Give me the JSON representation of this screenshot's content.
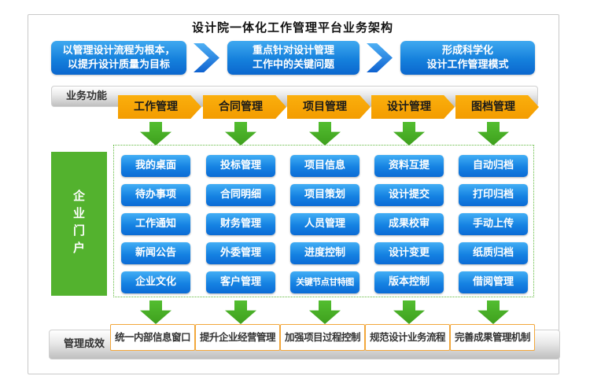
{
  "title": "设计院一体化工作管理平台业务架构",
  "goals": [
    {
      "line1": "以管理设计流程为根本，",
      "line2": "以提升设计质量为目标"
    },
    {
      "line1": "重点针对设计管理",
      "line2": "工作中的关键问题"
    },
    {
      "line1": "形成科学化",
      "line2": "设计工作管理模式"
    }
  ],
  "functions_section": {
    "label": "业务功能",
    "categories": [
      "工作管理",
      "合同管理",
      "项目管理",
      "设计管理",
      "图档管理"
    ]
  },
  "portal": {
    "label": "企业门户"
  },
  "modules": {
    "columns": [
      {
        "category": "工作管理",
        "items": [
          "我的桌面",
          "待办事项",
          "工作通知",
          "新闻公告",
          "企业文化"
        ]
      },
      {
        "category": "合同管理",
        "items": [
          "投标管理",
          "合同明细",
          "财务管理",
          "外委管理",
          "客户管理"
        ]
      },
      {
        "category": "项目管理",
        "items": [
          "项目信息",
          "项目策划",
          "人员管理",
          "进度控制",
          "关键节点甘特图"
        ]
      },
      {
        "category": "设计管理",
        "items": [
          "资料互提",
          "设计提交",
          "成果校审",
          "设计变更",
          "版本控制"
        ]
      },
      {
        "category": "图档管理",
        "items": [
          "自动归档",
          "打印归档",
          "手动上传",
          "纸质归档",
          "借阅管理"
        ]
      }
    ]
  },
  "outcomes_section": {
    "label": "管理成效",
    "items": [
      "统一内部信息窗口",
      "提升企业经营管理",
      "加强项目过程控制",
      "规范设计业务流程",
      "完善成果管理机制"
    ]
  },
  "colors": {
    "primary_blue": "#1580dc",
    "category_orange": "#f7a600",
    "accent_green": "#4fb32b",
    "bar_gray": "#bfbfbf",
    "outcome_border": "#f2a73b"
  }
}
